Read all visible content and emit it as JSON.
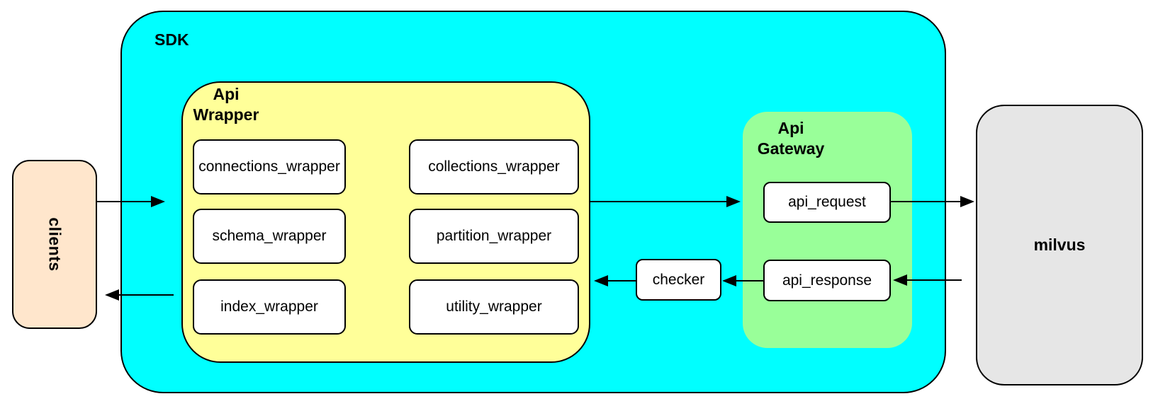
{
  "diagram": {
    "nodes": {
      "clients": {
        "label": "clients"
      },
      "sdk": {
        "label": "SDK"
      },
      "api_wrapper": {
        "label": [
          "Api",
          "Wrapper"
        ],
        "modules": [
          "connections_wrapper",
          "collections_wrapper",
          "schema_wrapper",
          "partition_wrapper",
          "index_wrapper",
          "utility_wrapper"
        ]
      },
      "checker": {
        "label": "checker"
      },
      "api_gateway": {
        "label": [
          "Api",
          "Gateway"
        ],
        "modules": [
          "api_request",
          "api_response"
        ]
      },
      "milvus": {
        "label": "milvus"
      }
    },
    "colors": {
      "sdk_fill": "#00FFFF",
      "api_wrapper_fill": "#FFFF99",
      "api_gateway_fill": "#99FF99",
      "milvus_fill": "#E6E6E6",
      "clients_fill": "#FFE6CC",
      "module_fill": "#FFFFFF",
      "border_color": "#000000"
    }
  }
}
